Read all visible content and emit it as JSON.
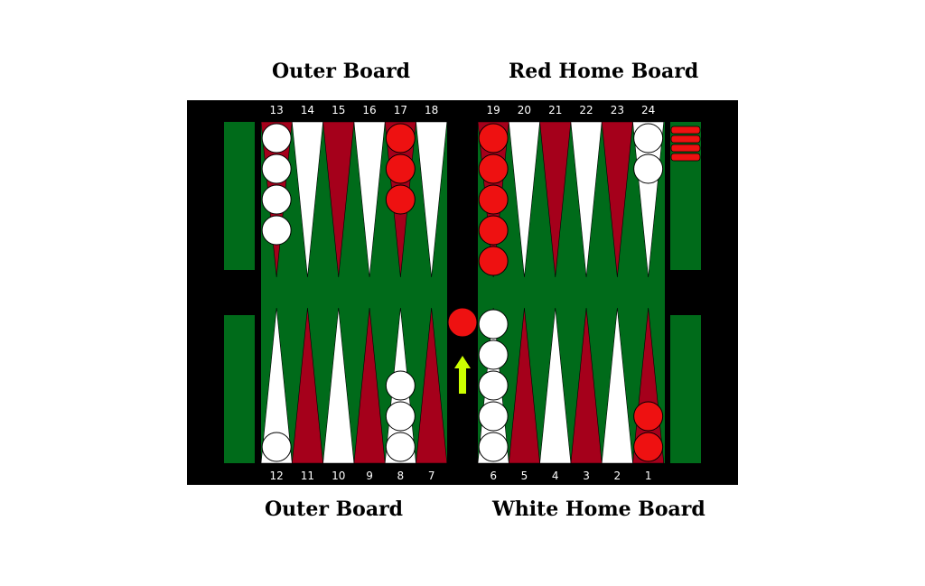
{
  "labels": {
    "top_left": "Outer Board",
    "top_right": "Red Home Board",
    "bottom_left": "Outer Board",
    "bottom_right": "White Home Board"
  },
  "colors": {
    "frame": "#000000",
    "felt": "#006b1a",
    "point_white": "#ffffff",
    "point_dark": "#a5001b",
    "checker_white": "#ffffff",
    "checker_red": "#ee1111",
    "arrow": "#ccff00"
  },
  "points": [
    {
      "n": 1,
      "label": "1",
      "white": 0,
      "red": 2
    },
    {
      "n": 2,
      "label": "2",
      "white": 0,
      "red": 0
    },
    {
      "n": 3,
      "label": "3",
      "white": 0,
      "red": 0
    },
    {
      "n": 4,
      "label": "4",
      "white": 0,
      "red": 0
    },
    {
      "n": 5,
      "label": "5",
      "white": 0,
      "red": 0
    },
    {
      "n": 6,
      "label": "6",
      "white": 5,
      "red": 0
    },
    {
      "n": 7,
      "label": "7",
      "white": 0,
      "red": 0
    },
    {
      "n": 8,
      "label": "8",
      "white": 3,
      "red": 0
    },
    {
      "n": 9,
      "label": "9",
      "white": 0,
      "red": 0
    },
    {
      "n": 10,
      "label": "10",
      "white": 0,
      "red": 0
    },
    {
      "n": 11,
      "label": "11",
      "white": 0,
      "red": 0
    },
    {
      "n": 12,
      "label": "12",
      "white": 1,
      "red": 0
    },
    {
      "n": 13,
      "label": "13",
      "white": 4,
      "red": 0
    },
    {
      "n": 14,
      "label": "14",
      "white": 0,
      "red": 0
    },
    {
      "n": 15,
      "label": "15",
      "white": 0,
      "red": 0
    },
    {
      "n": 16,
      "label": "16",
      "white": 0,
      "red": 0
    },
    {
      "n": 17,
      "label": "17",
      "white": 0,
      "red": 3
    },
    {
      "n": 18,
      "label": "18",
      "white": 0,
      "red": 0
    },
    {
      "n": 19,
      "label": "19",
      "white": 0,
      "red": 5
    },
    {
      "n": 20,
      "label": "20",
      "white": 0,
      "red": 0
    },
    {
      "n": 21,
      "label": "21",
      "white": 0,
      "red": 0
    },
    {
      "n": 22,
      "label": "22",
      "white": 0,
      "red": 0
    },
    {
      "n": 23,
      "label": "23",
      "white": 0,
      "red": 0
    },
    {
      "n": 24,
      "label": "24",
      "white": 2,
      "red": 0
    }
  ],
  "bar": {
    "red": 1,
    "white": 0,
    "arrow_direction": "up"
  },
  "borne_off": {
    "red": 4,
    "white": 0
  }
}
